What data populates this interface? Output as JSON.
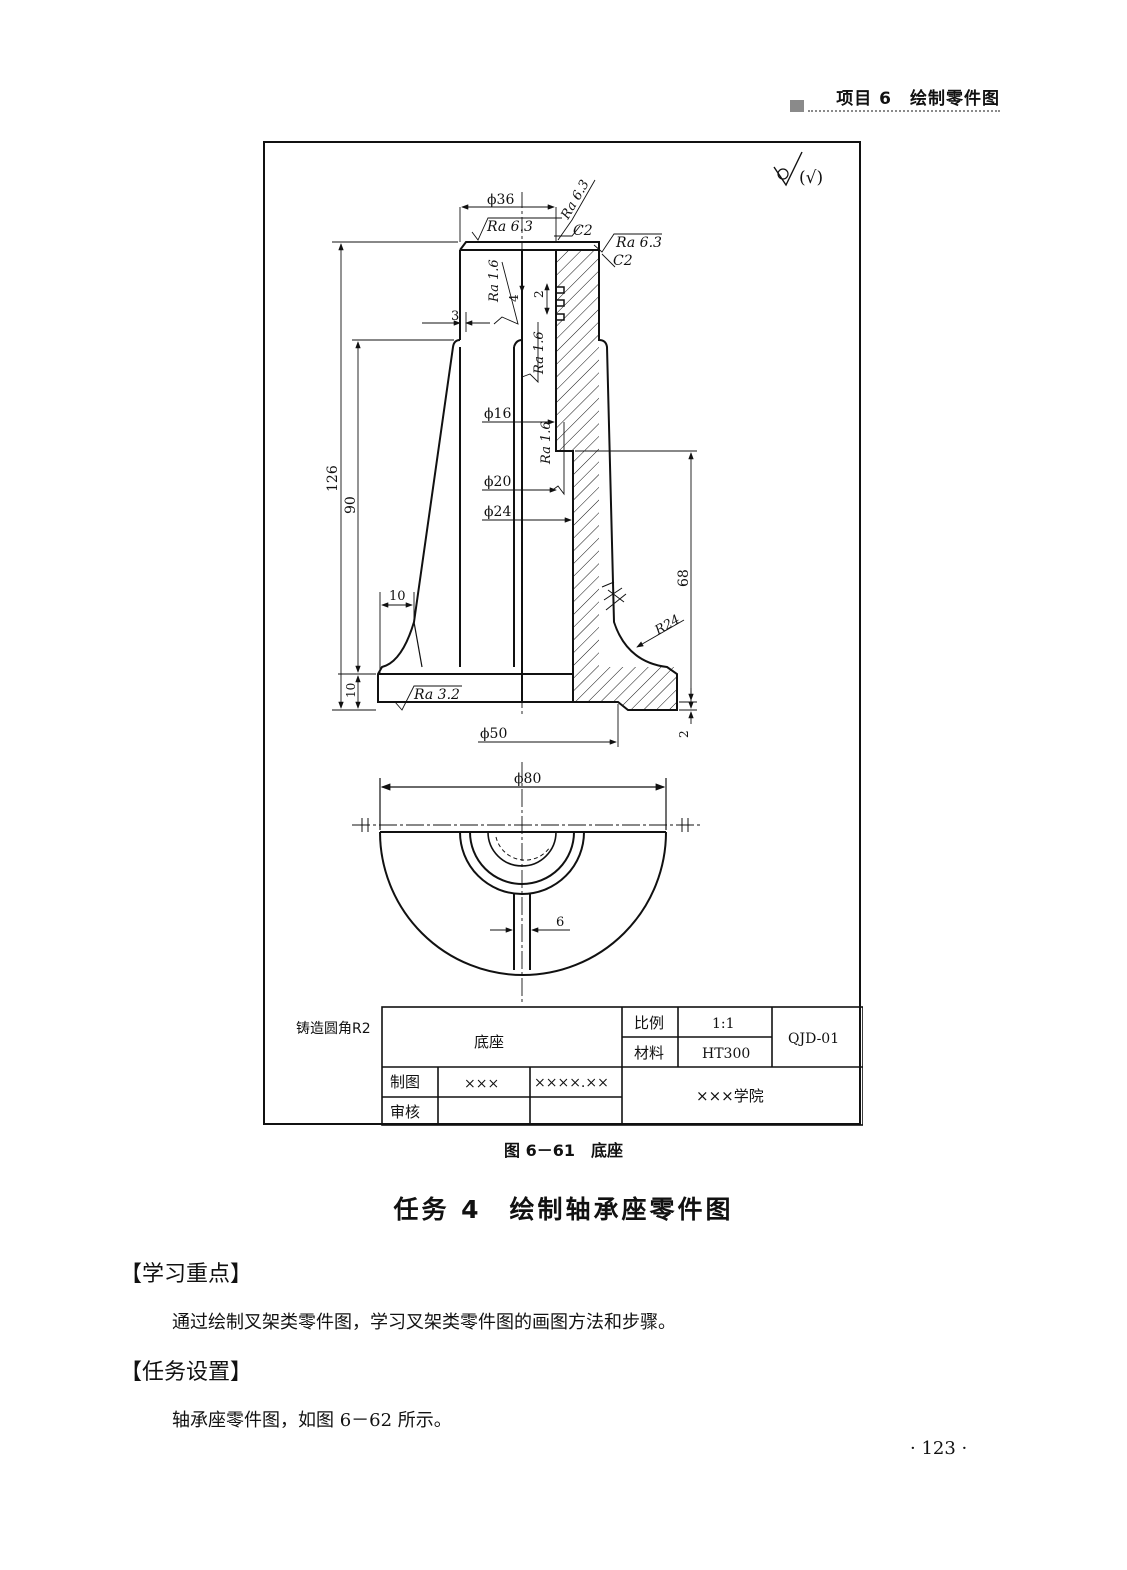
{
  "header": {
    "chapter": "项目 6　绘制零件图"
  },
  "figure": {
    "top_symbol": "(√)",
    "dimensions": {
      "d36": "ϕ36",
      "ra63_top": "Ra 6.3",
      "ra63_diag": "Ra 6.3",
      "c2_a": "C2",
      "ra63_right": "Ra 6.3",
      "c2_b": "C2",
      "ra16_a": "Ra 1.6",
      "d4": "4",
      "d2": "2",
      "d3": "3",
      "ra16_b": "Ra 1.6",
      "d126": "126",
      "d90": "90",
      "d16": "ϕ16",
      "ra16_c": "Ra 1.6",
      "d20": "ϕ20",
      "d24": "ϕ24",
      "d68": "68",
      "d10_top": "10",
      "r24": "R24",
      "d10_side": "10",
      "ra32": "Ra 3.2",
      "d2_side": "2",
      "d50": "ϕ50",
      "d80": "ϕ80",
      "d6": "6"
    },
    "note": "铸造圆角R2"
  },
  "title_block": {
    "part_name": "底座",
    "scale_label": "比例",
    "scale_value": "1:1",
    "drawing_no": "QJD-01",
    "material_label": "材料",
    "material_value": "HT300",
    "drawn_label": "制图",
    "drawn_by": "×××",
    "drawn_date": "××××.××",
    "checked_label": "审核",
    "school": "×××学院"
  },
  "caption": "图 6－61　底座",
  "task_title": "任务 4　绘制轴承座零件图",
  "sections": [
    {
      "heading": "【学习重点】",
      "text": "通过绘制叉架类零件图，学习叉架类零件图的画图方法和步骤。"
    },
    {
      "heading": "【任务设置】",
      "text": "轴承座零件图，如图 6－62 所示。"
    }
  ],
  "page_number": "· 123 ·"
}
